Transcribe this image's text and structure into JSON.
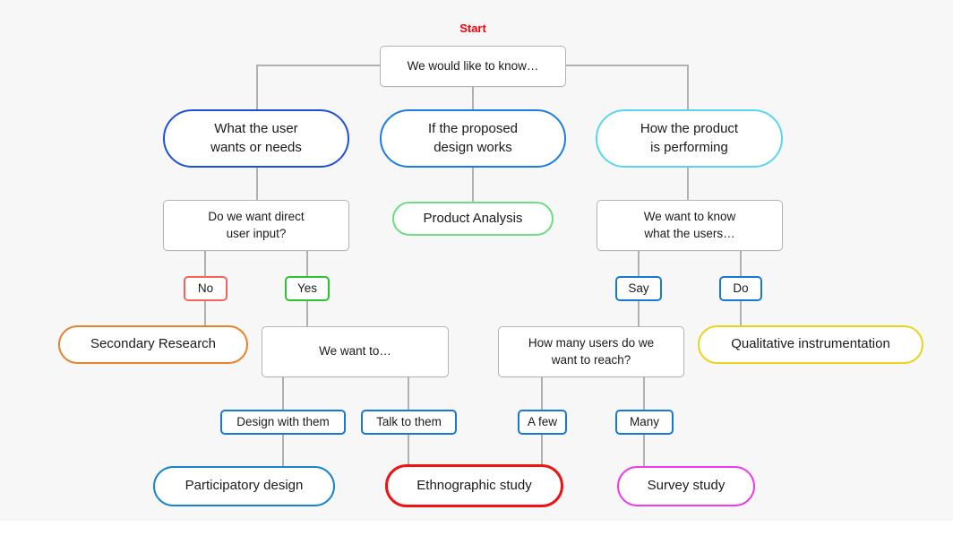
{
  "flowchart": {
    "start_label": "Start",
    "start_color": "#fb0007",
    "connector_color": "#b1b1b1",
    "nodes": {
      "root": {
        "label": "We would like to know…",
        "border": "#b4b4b4"
      },
      "user_needs": {
        "label": "What the user\nwants or needs",
        "border": "#1d4fdd"
      },
      "design_works": {
        "label": "If the proposed\ndesign works",
        "border": "#1a7ce8"
      },
      "product_performing": {
        "label": "How the product\nis performing",
        "border": "#58d5f0"
      },
      "direct_input": {
        "label": "Do we want direct\nuser input?",
        "border": "#b4b4b4"
      },
      "product_analysis": {
        "label": "Product Analysis",
        "border": "#6ade80"
      },
      "users_what": {
        "label": "We want to know\nwhat the users…",
        "border": "#b4b4b4"
      },
      "no": {
        "label": "No",
        "border": "#f4645c"
      },
      "yes": {
        "label": "Yes",
        "border": "#2bc32f"
      },
      "say": {
        "label": "Say",
        "border": "#1878d8"
      },
      "do": {
        "label": "Do",
        "border": "#1878d8"
      },
      "secondary_research": {
        "label": "Secondary Research",
        "border": "#e8832b"
      },
      "we_want_to": {
        "label": "We want to…",
        "border": "#b4b4b4"
      },
      "how_many": {
        "label": "How many users do we\nwant to reach?",
        "border": "#b4b4b4"
      },
      "qualitative": {
        "label": "Qualitative instrumentation",
        "border": "#e9d41c"
      },
      "design_with": {
        "label": "Design with them",
        "border": "#1878d8"
      },
      "talk_to": {
        "label": "Talk to them",
        "border": "#1878d8"
      },
      "a_few": {
        "label": "A few",
        "border": "#1878d8"
      },
      "many": {
        "label": "Many",
        "border": "#1878d8"
      },
      "participatory": {
        "label": "Participatory design",
        "border": "#1685ce"
      },
      "ethnographic": {
        "label": "Ethnographic study",
        "border": "#ee1313"
      },
      "survey": {
        "label": "Survey study",
        "border": "#ed3cee"
      }
    }
  }
}
